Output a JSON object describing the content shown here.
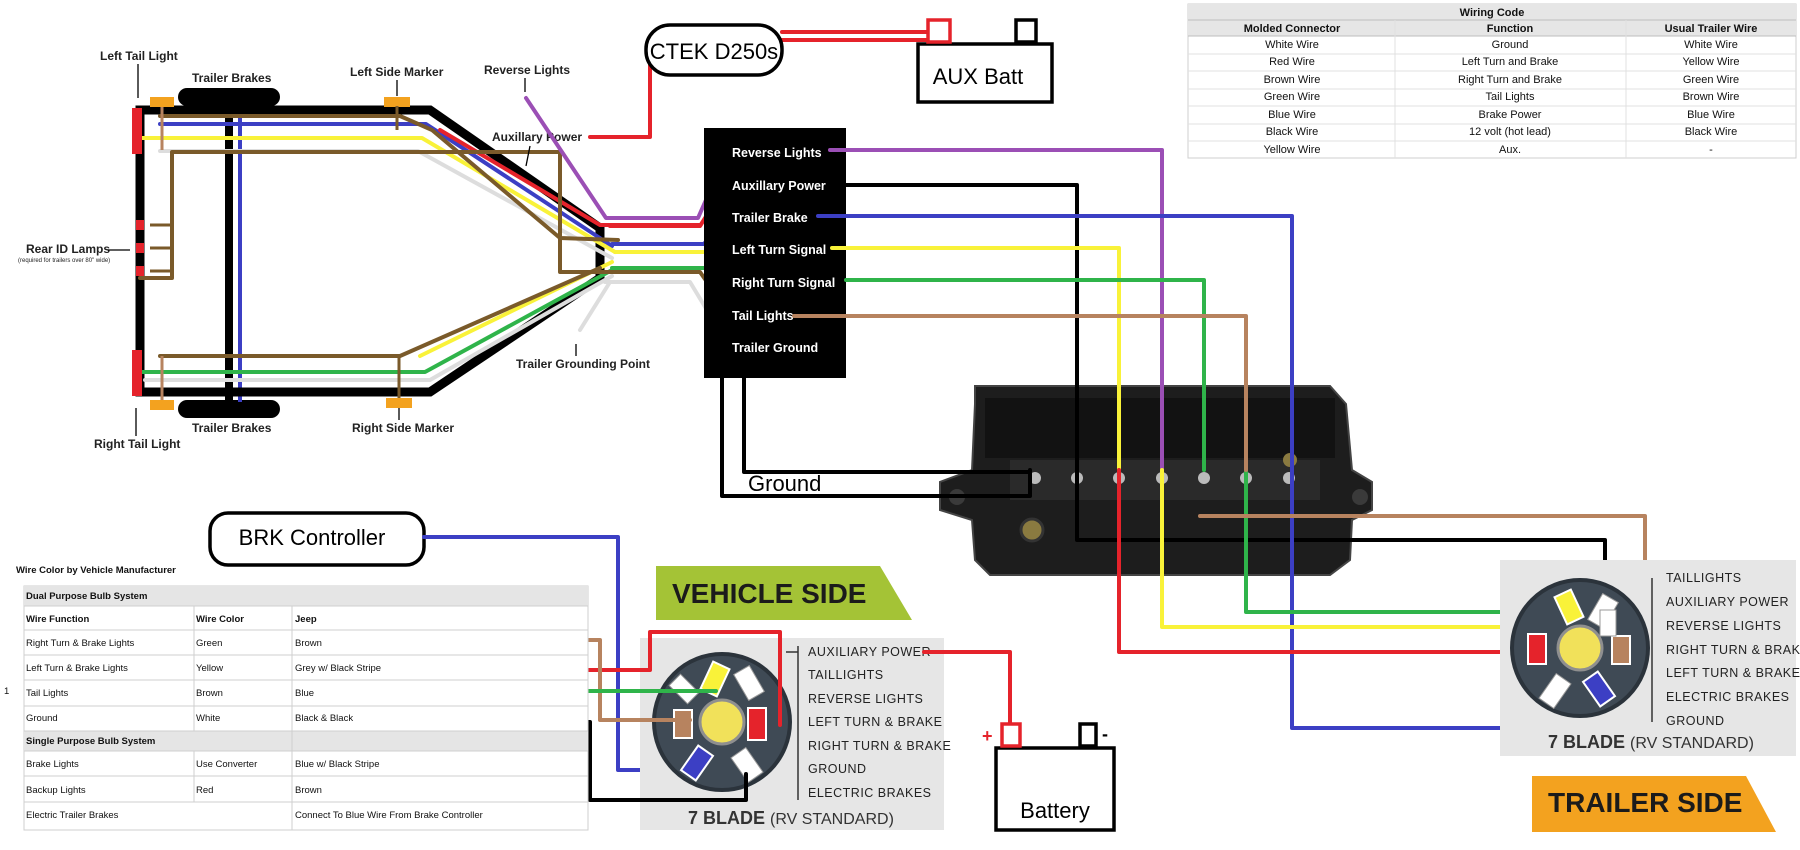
{
  "colors": {
    "red": "#e5232b",
    "black": "#000000",
    "white": "#dddddd",
    "yellow": "#f9f239",
    "green": "#2fb44a",
    "blue": "#3c3fc4",
    "brown": "#b7835f",
    "purple": "#9b4fb5",
    "darkbrown": "#7a5a2a",
    "orange": "#f3a21f",
    "lime": "#a4c336"
  },
  "trailer": {
    "left_tail_light": "Left Tail Light",
    "trailer_brakes_top": "Trailer Brakes",
    "left_side_marker": "Left Side Marker",
    "reverse_lights": "Reverse Lights",
    "auxiliary_power": "Auxillary Power",
    "rear_id_lamps": "Rear ID Lamps",
    "rear_id_note": "(required for trailers over 80\" wide)",
    "trailer_grounding_point": "Trailer Grounding Point",
    "right_tail_light": "Right Tail Light",
    "trailer_brakes_bottom": "Trailer Brakes",
    "right_side_marker": "Right Side Marker"
  },
  "ctek_label": "CTEK D250s",
  "aux_batt_label": "AUX Batt",
  "connector_block": {
    "rows": [
      "Reverse Lights",
      "Auxillary Power",
      "Trailer Brake",
      "Left Turn Signal",
      "Right Turn Signal",
      "Tail Lights",
      "Trailer Ground"
    ]
  },
  "ground_label": "Ground",
  "brk_controller_label": "BRK Controller",
  "battery_label": "Battery",
  "battery_plus": "+",
  "battery_minus": "-",
  "wiring_code": {
    "title": "Wiring Code",
    "headers": [
      "Molded Connector",
      "Function",
      "Usual Trailer Wire"
    ],
    "rows": [
      [
        "White Wire",
        "Ground",
        "White Wire"
      ],
      [
        "Red Wire",
        "Left Turn and Brake",
        "Yellow Wire"
      ],
      [
        "Brown Wire",
        "Right Turn and Brake",
        "Green Wire"
      ],
      [
        "Green Wire",
        "Tail Lights",
        "Brown Wire"
      ],
      [
        "Blue Wire",
        "Brake Power",
        "Blue Wire"
      ],
      [
        "Black Wire",
        "12 volt (hot lead)",
        "Black Wire"
      ],
      [
        "Yellow Wire",
        "Aux.",
        "-"
      ]
    ]
  },
  "vehicle_side": {
    "title": "VEHICLE SIDE",
    "pins": [
      "AUXILIARY POWER",
      "TAILLIGHTS",
      "REVERSE LIGHTS",
      "LEFT TURN & BRAKE",
      "RIGHT TURN & BRAKE",
      "GROUND",
      "ELECTRIC BRAKES"
    ],
    "blade_main": "7 BLADE",
    "blade_sub": "(RV STANDARD)"
  },
  "trailer_side": {
    "title": "TRAILER SIDE",
    "pins": [
      "TAILLIGHTS",
      "AUXILIARY POWER",
      "REVERSE LIGHTS",
      "RIGHT TURN & BRAKE",
      "LEFT TURN & BRAKE",
      "ELECTRIC BRAKES",
      "GROUND"
    ],
    "blade_main": "7 BLADE",
    "blade_sub": "(RV STANDARD)"
  },
  "vehicle_mfr": {
    "title": "Wire Color by Vehicle Manufacturer",
    "section1": "Dual Purpose Bulb System",
    "headers": [
      "Wire Function",
      "Wire Color",
      "Jeep"
    ],
    "rows1": [
      [
        "Right Turn & Brake Lights",
        "Green",
        "Brown"
      ],
      [
        "Left Turn & Brake Lights",
        "Yellow",
        "Grey w/ Black Stripe"
      ],
      [
        "Tail Lights",
        "Brown",
        "Blue"
      ],
      [
        "Ground",
        "White",
        "Black & Black"
      ]
    ],
    "section2": "Single Purpose Bulb System",
    "rows2": [
      [
        "Brake Lights",
        "Use Converter",
        "Blue w/ Black Stripe"
      ],
      [
        "Backup Lights",
        "Red",
        "Brown"
      ],
      [
        "Electric Trailer Brakes",
        "",
        "Connect To Blue Wire From Brake Controller"
      ]
    ],
    "margin_mark": "1"
  }
}
